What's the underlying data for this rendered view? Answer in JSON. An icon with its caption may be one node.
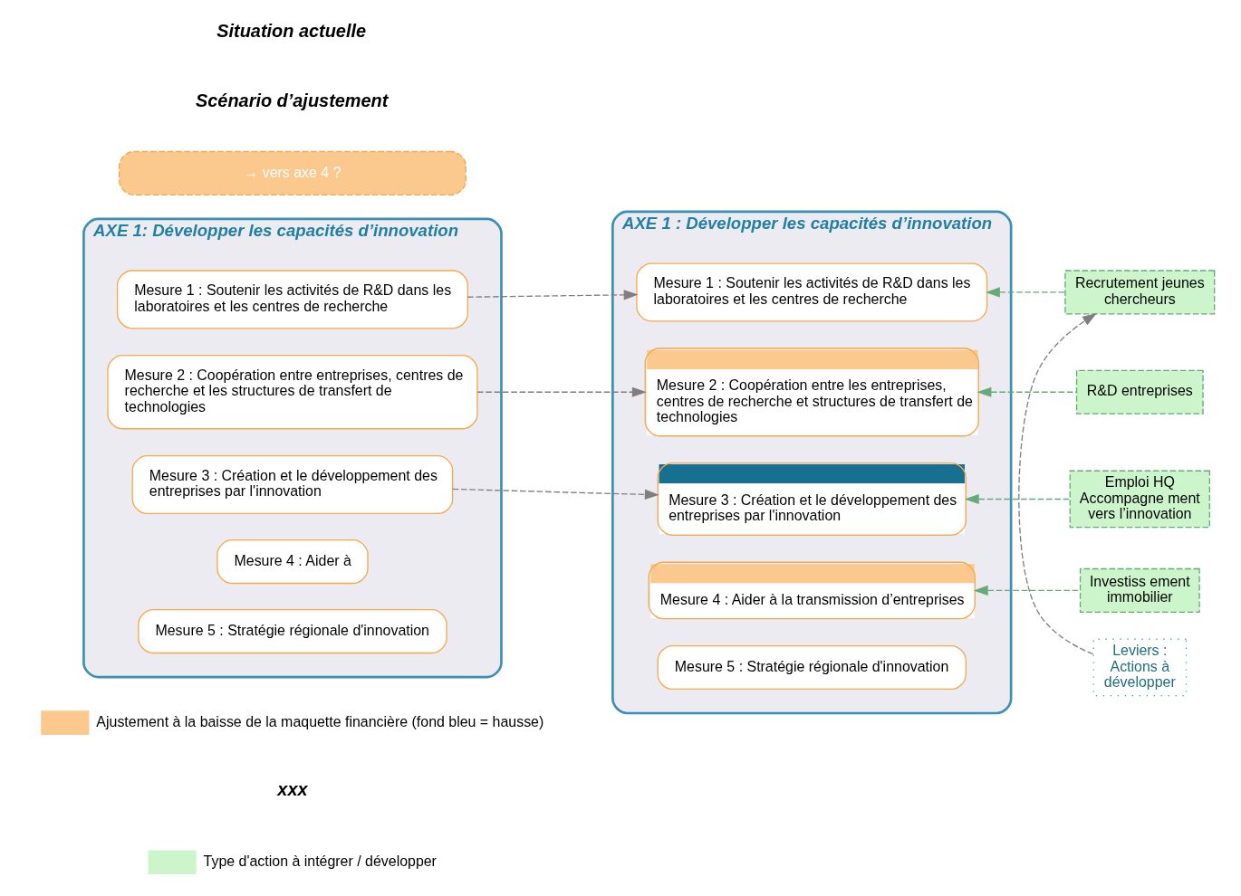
{
  "diagram": {
    "nodes": [
      {
        "text": [
          "AXE 1: Développer les capacités d’innovation"
        ]
      },
      {
        "text": [
          "Mesure 1 : Soutenir les activités de R&D dans les laboratoires et les centres de recherche"
        ],
        "in": 0
      },
      {
        "text": [
          "Mesure 2 : Coopération entre entreprises, centres de recherche et les structures de transfert de technologies"
        ],
        "in": 0
      },
      {
        "text": [
          "Mesure 3 : Création et le développement des entreprises par l'innovation"
        ],
        "in": 0
      },
      {
        "text": [
          "Mesure 4 : Aider à"
        ],
        "in": 0
      },
      {
        "text": [
          "Mesure 5 : Stratégie régionale d'innovation"
        ],
        "in": 0
      },
      {
        "text": [
          "→ vers axe 4 ?"
        ]
      },
      {
        "text": [
          "AXE 1 : Développer les capacités d’innovation"
        ]
      },
      {
        "text": [
          "Mesure 1 : Soutenir les activités de R&D dans les laboratoires et les centres de recherche"
        ],
        "in": 7
      },
      {
        "text": [
          "Mesure 2 : Coopération entre les entreprises, centres de recherche et structures de transfert de technologies"
        ],
        "in": 7
      },
      {
        "text": [
          "Mesure 3 : Création et le développement des entreprises par l'innovation"
        ],
        "in": 7
      },
      {
        "text": [
          "Mesure 4 : Aider à la transmission d’entreprises"
        ],
        "in": 7
      },
      {
        "text": [
          "Mesure 5 : Stratégie régionale d'innovation"
        ],
        "in": 7
      },
      {
        "text": [
          "Leviers :",
          "Actions à développer"
        ]
      },
      {
        "text": [
          "Recrutement jeunes chercheurs"
        ]
      },
      {
        "text": [
          "R&D entreprises"
        ]
      },
      {
        "text": [
          "Emploi HQ",
          "Accompagne ment vers l’innovation"
        ]
      },
      {
        "text": [
          "Investiss ement immobilier"
        ]
      }
    ],
    "edges": [
      {
        "from": 1,
        "to": 8,
        "arrow": "to",
        "style": "dashed"
      },
      {
        "from": 2,
        "to": 9,
        "arrow": "to",
        "style": "dashed"
      },
      {
        "from": 3,
        "to": 10,
        "arrow": "to",
        "style": "dashed"
      },
      {
        "from": 13,
        "to": 14,
        "arrow": "to",
        "style": "dashed"
      },
      {
        "from": 14,
        "to": 8,
        "arrow": "to",
        "style": "dashed",
        "color": "#66aa77"
      },
      {
        "from": 15,
        "to": 9,
        "arrow": "to",
        "style": "dashed",
        "color": "#66aa77"
      },
      {
        "from": 16,
        "to": 10,
        "arrow": "to",
        "style": "dashed",
        "color": "#66aa77"
      },
      {
        "from": 17,
        "to": 11,
        "arrow": "to",
        "style": "dashed",
        "color": "#66aa77"
      }
    ],
    "labels": [
      "Situation actuelle",
      "Scénario d’ajustement",
      "xxx"
    ],
    "legend": [
      {
        "text": "Ajustement à la baisse de la maquette financière (fond bleu = hausse)",
        "color": "#fbc98e"
      },
      {
        "text": "Type d'action à intégrer / développer",
        "color": "#ccf5cc"
      }
    ]
  }
}
